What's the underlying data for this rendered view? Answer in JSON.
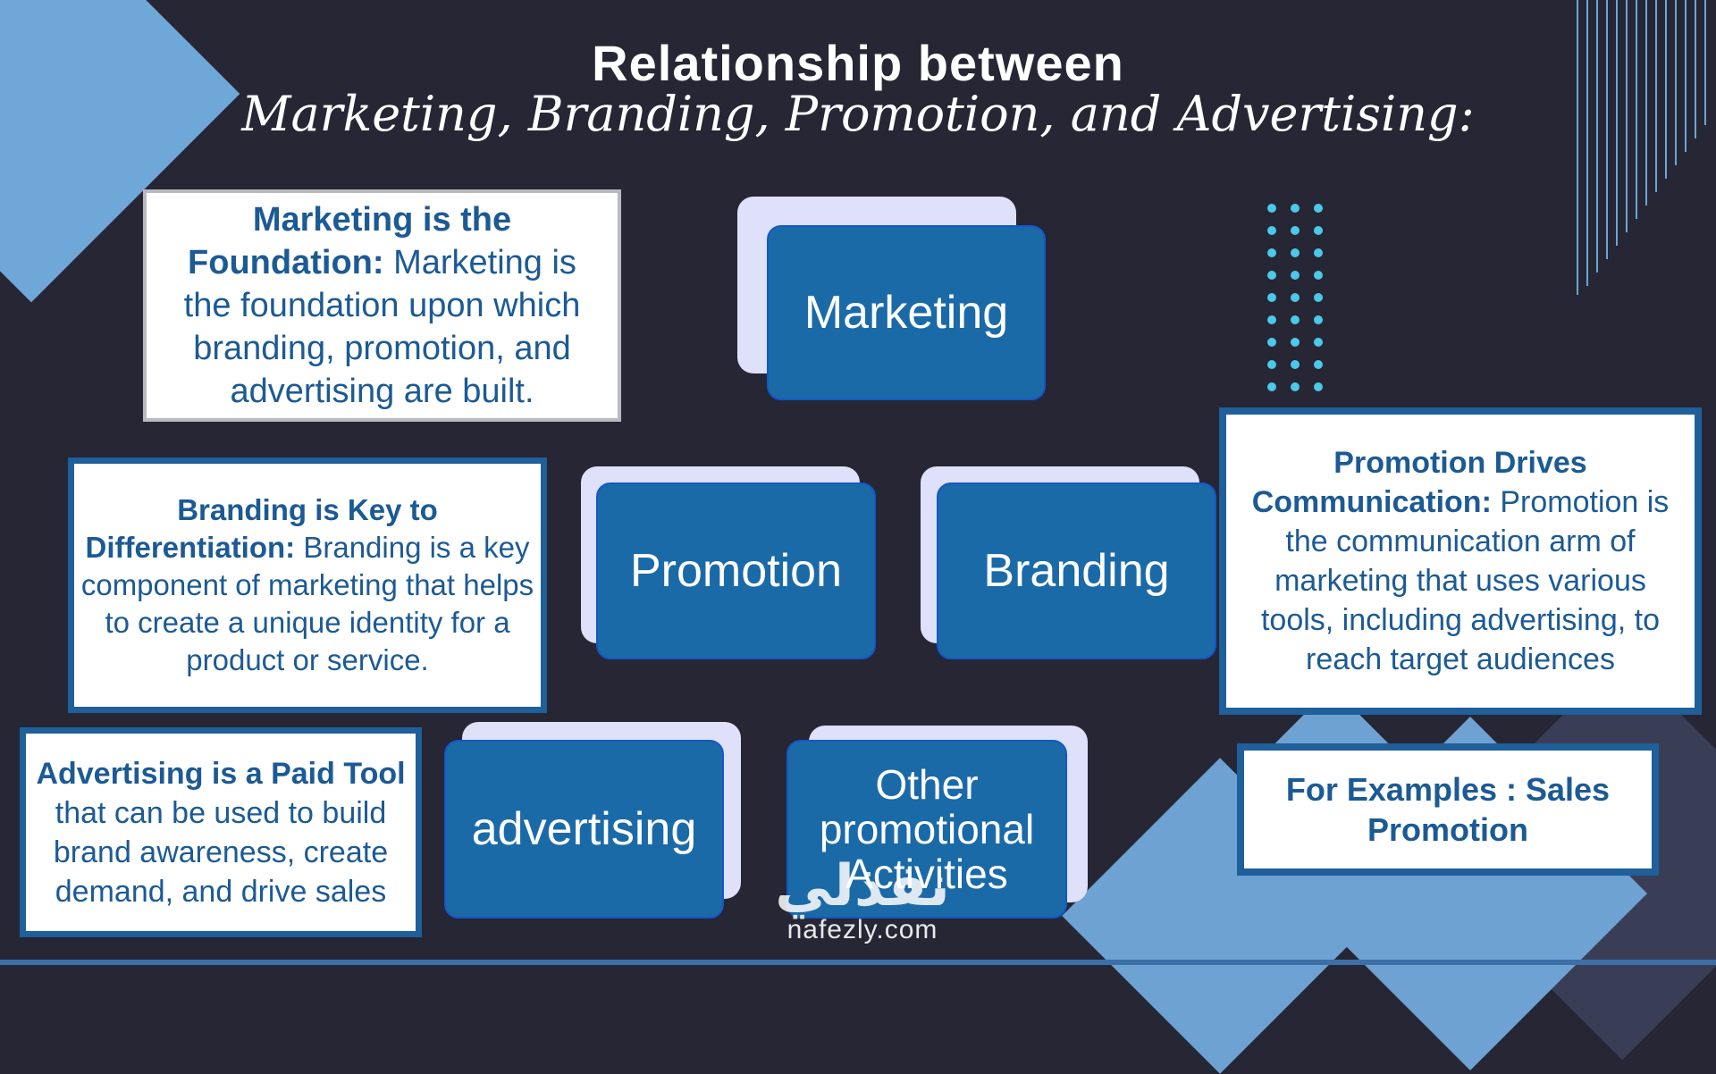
{
  "title": {
    "line1": "Relationship between",
    "line2": "Marketing, Branding, Promotion, and Advertising:"
  },
  "cards": {
    "marketing": "Marketing",
    "promotion": "Promotion",
    "branding": "Branding",
    "advertising": "advertising",
    "other": "Other promotional Activities"
  },
  "boxes": {
    "marketing": {
      "bold": "Marketing is the Foundation:",
      "text": " Marketing is the foundation upon which branding, promotion, and advertising are built."
    },
    "branding": {
      "bold": "Branding is Key to Differentiation:",
      "text": " Branding is a key component of marketing that helps to create a unique identity for a product or service."
    },
    "advertising": {
      "bold": "Advertising is a Paid Tool",
      "text": " that can be used to build brand awareness, create demand, and drive sales"
    },
    "promotion": {
      "bold": "Promotion Drives Communication:",
      "text": " Promotion is the communication arm of marketing that uses various tools, including advertising, to reach target audiences"
    },
    "example": "For Examples : Sales Promotion"
  },
  "watermark": {
    "arabic": "نفذلي",
    "site": "nafezly.com"
  },
  "colors": {
    "background": "#262634",
    "card_blue": "#1b6aa8",
    "card_back": "#dfe0fa",
    "text_blue": "#1c5a94",
    "accent_light": "#6fa8d8",
    "dots": "#4cc8e8"
  }
}
